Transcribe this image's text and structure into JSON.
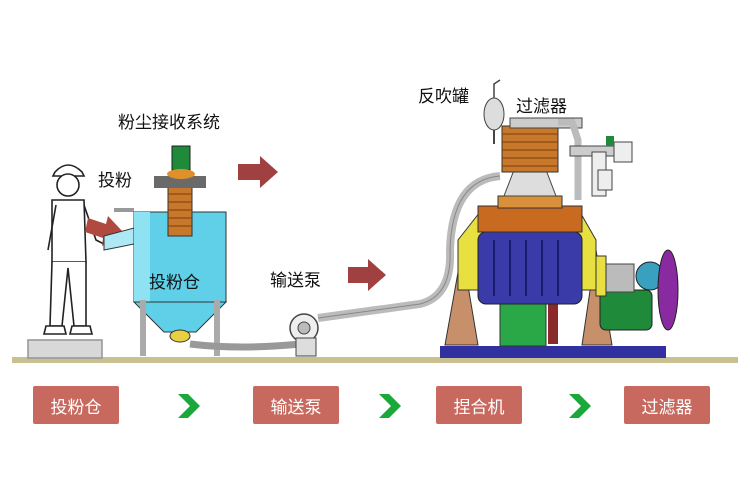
{
  "labels": {
    "dust_system": "粉尘接收系统",
    "feeding": "投粉",
    "silo": "投粉仓",
    "pump": "输送泵",
    "backflush_tank": "反吹罐",
    "filter": "过滤器"
  },
  "flow": {
    "steps": [
      "投粉仓",
      "输送泵",
      "捏合机",
      "过滤器"
    ]
  },
  "colors": {
    "flow_box": "#c8695f",
    "arrow": "#a04040",
    "chevron": "#1aa83a",
    "silo": "#5fd0e8",
    "mixer_body": "#3a3aa8",
    "mixer_frame": "#e8e040",
    "motor": "#1f8a3a",
    "flywheel": "#8a2aa0",
    "filter_element": "#c8782a",
    "base": "#3030a0",
    "ground": "#c8c090"
  }
}
